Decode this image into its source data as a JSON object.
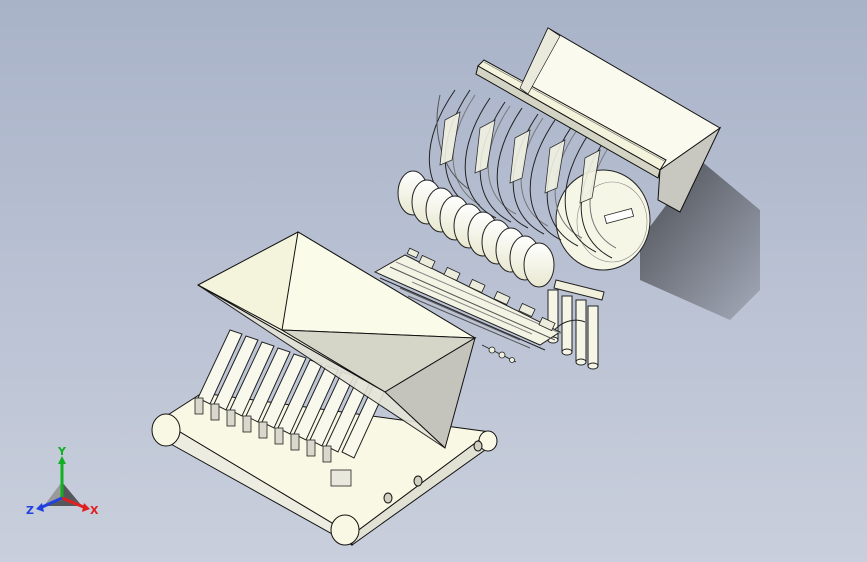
{
  "viewport": {
    "background_top": "#a9b3c8",
    "background_bottom": "#c9cfdc",
    "part_fill": "#f8f8ea",
    "part_stroke": "#111111"
  },
  "triad": {
    "x_label": "X",
    "y_label": "Y",
    "z_label": "Z",
    "x_color": "#e02020",
    "y_color": "#10b020",
    "z_color": "#2040e0"
  }
}
